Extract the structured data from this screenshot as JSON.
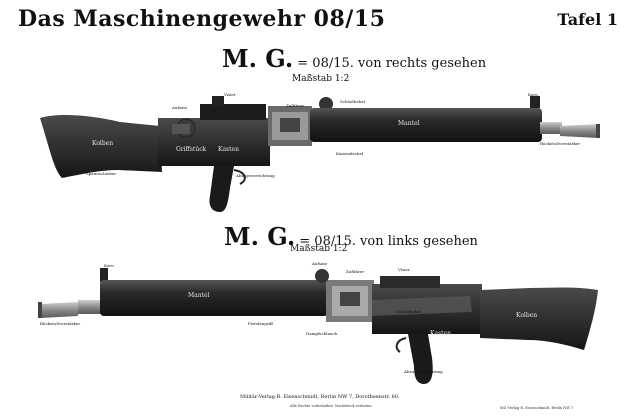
{
  "header": {
    "title": "Das Maschinengewehr 08/15",
    "plate": "Tafel 1"
  },
  "view_right": {
    "title_big": "M. G.",
    "title_rest": "= 08/15. von rechts gesehen",
    "scale": "Maßstab 1:2",
    "labels": {
      "kolben": "Kolben",
      "kasten": "Kasten",
      "mantel": "Mantel",
      "griffstueck": "Griffstück",
      "visier": "Visier",
      "korn": "Korn",
      "aufsatz": "Aufsatz",
      "zufuehrer": "Zuführer",
      "schlosshebel": "Schloßhebel",
      "abzugsvorrichtung": "Abzugsvorrichtung",
      "rueckstossverstaerker": "Rückstoßverstärker",
      "spannschieber": "Spannschieber",
      "kastendeckel": "Kastendeckel"
    }
  },
  "view_left": {
    "title_big": "M. G.",
    "title_rest": "= 08/15. von links gesehen",
    "scale": "Maßstab 1:2",
    "labels": {
      "kolben": "Kolben",
      "kasten": "Kasten",
      "mantel": "Mantel",
      "korn": "Korn",
      "visier": "Visier",
      "aufsatz": "Aufsatz",
      "zufuehrer": "Zuführer",
      "schlosshebel": "Schloßhebel",
      "abzugsvorrichtung": "Abzugsvorrichtung",
      "rueckstossverstaerker": "Rückstoßverstärker",
      "dampfschlauch": "Dampfschlauch",
      "pistolengriff": "Pistolengriff"
    }
  },
  "footer": {
    "publisher": "Militär-Verlag R. Eisenschmidt, Berlin NW 7, Dorotheenstr. 60.",
    "note": "Alle Rechte vorbehalten. Nachdruck verboten.",
    "corner": "Mil.-Verlag R. Eisenschmidt, Berlin NW 7"
  }
}
